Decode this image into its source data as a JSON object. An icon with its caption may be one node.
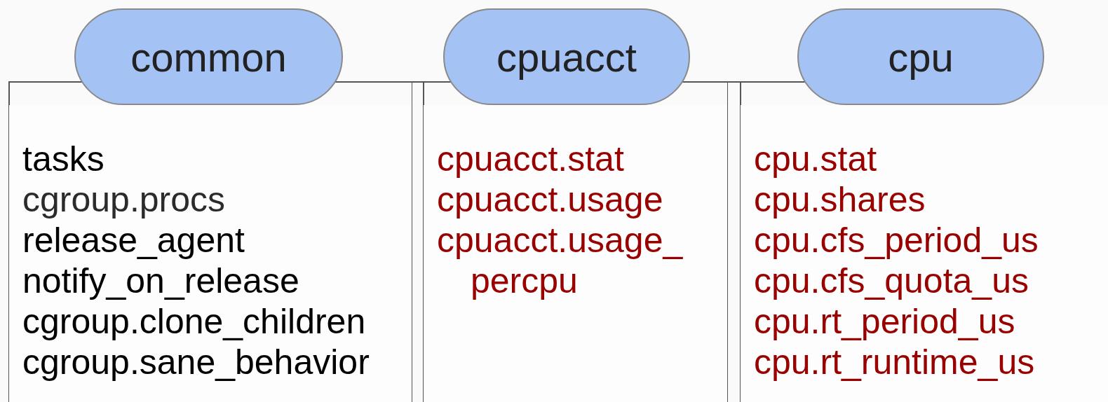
{
  "diagram": {
    "nodes": [
      {
        "text": [
          "common"
        ]
      },
      {
        "text": [
          "tasks",
          "cgroup.procs",
          "release_agent",
          "notify_on_release",
          "cgroup.clone_children",
          "cgroup.sane_behavior"
        ]
      },
      {
        "text": [
          "cpuacct"
        ]
      },
      {
        "text": [
          "cpuacct.stat",
          "cpuacct.usage",
          "cpuacct.usage_ percpu"
        ]
      },
      {
        "text": [
          "cpu"
        ]
      },
      {
        "text": [
          "cpu.stat",
          "cpu.shares",
          "cpu.cfs_period_us",
          "cpu.cfs_quota_us",
          "cpu.rt_period_us",
          "cpu.rt_runtime_us"
        ]
      }
    ],
    "edges": []
  }
}
